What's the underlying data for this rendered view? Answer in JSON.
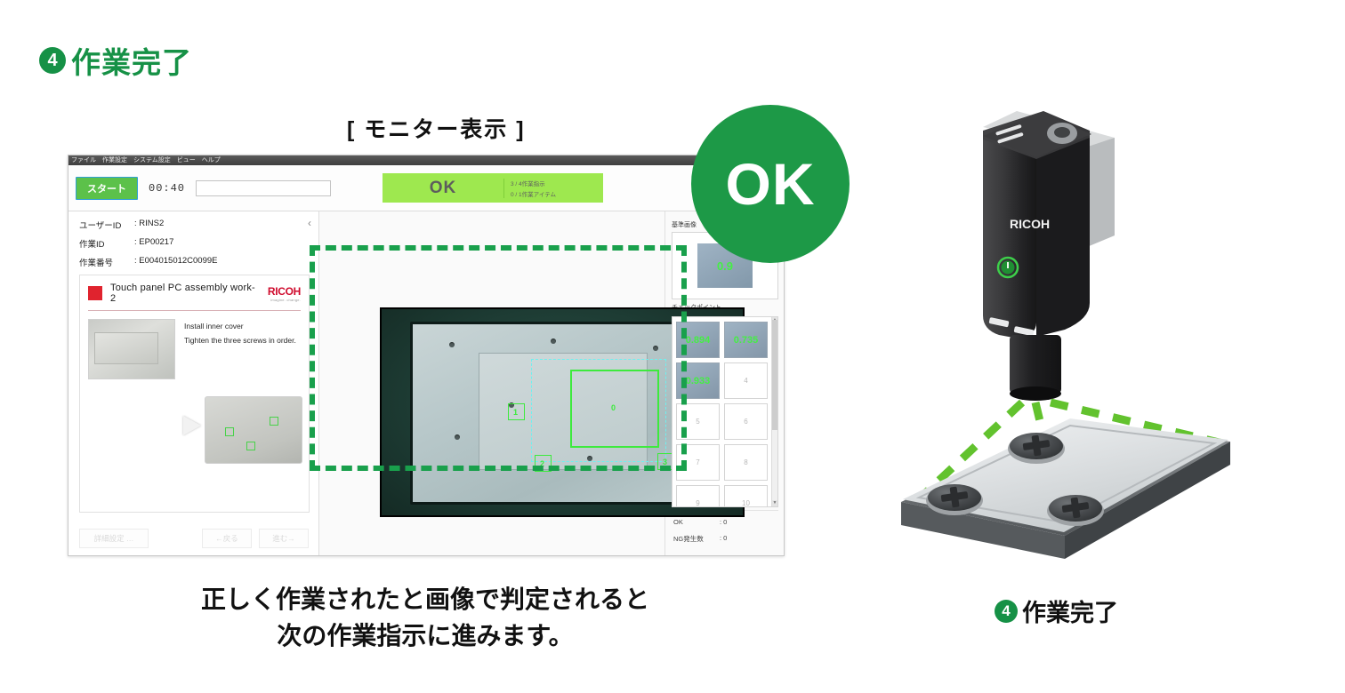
{
  "page": {
    "title_num": "4",
    "title_text": "作業完了",
    "monitor_caption": "[ モニター表示 ]",
    "bottom_caption_line1": "正しく作業されたと画像で判定されると",
    "bottom_caption_line2": "次の作業指示に進みます。",
    "device_label_num": "4",
    "device_label_text": "作業完了",
    "accent_green": "#169146",
    "badge_green": "#1d9947",
    "banner_green": "#9ee84f",
    "detect_green": "#3dea3d",
    "roi_cyan": "#6ff0ef",
    "ricoh_red": "#cf0a2c"
  },
  "app": {
    "menubar": [
      "ファイル",
      "作業設定",
      "システム設定",
      "ビュー",
      "ヘルプ"
    ],
    "toolbar": {
      "start_label": "スタート",
      "timer": "00:40",
      "field_value": "",
      "field_placeholder": ""
    },
    "banner": {
      "verdict": "OK",
      "stat1": "3 / 4作業指示",
      "stat2": "0 / 1作業アイテム"
    },
    "left_panel": {
      "collapse_icon": "‹",
      "info": [
        {
          "key": "ユーザーID",
          "value": ": RINS2"
        },
        {
          "key": "作業ID",
          "value": ": EP00217"
        },
        {
          "key": "作業番号",
          "value": ": E004015012C0099E"
        }
      ],
      "doc": {
        "title": "Touch panel PC assembly work-2",
        "logo_main": "RICOH",
        "logo_sub": "imagine. change.",
        "step_line1": "Install inner cover",
        "step_line2": "Tighten the three screws in order."
      },
      "buttons": {
        "detail": "詳細設定 …",
        "back": "←戻る",
        "next": "進む→"
      }
    },
    "camera": {
      "detections": [
        {
          "id": "0"
        },
        {
          "id": "1"
        },
        {
          "id": "2"
        },
        {
          "id": "3"
        }
      ]
    },
    "right_panel": {
      "reference_label": "基準画像",
      "reference_score": "0.9",
      "checkpoint_label": "チェックポイント",
      "checkpoints": [
        {
          "id": "1",
          "score": "0.894",
          "filled": true
        },
        {
          "id": "2",
          "score": "0.735",
          "filled": true
        },
        {
          "id": "3",
          "score": "0.933",
          "filled": true
        },
        {
          "id": "4",
          "score": "4",
          "filled": false
        },
        {
          "id": "5",
          "score": "5",
          "filled": false
        },
        {
          "id": "6",
          "score": "6",
          "filled": false
        },
        {
          "id": "7",
          "score": "7",
          "filled": false
        },
        {
          "id": "8",
          "score": "8",
          "filled": false
        },
        {
          "id": "9",
          "score": "9",
          "filled": false
        },
        {
          "id": "10",
          "score": "10",
          "filled": false
        }
      ],
      "counters": [
        {
          "key": "OK",
          "value": ": 0"
        },
        {
          "key": "NG発生数",
          "value": ": 0"
        }
      ]
    }
  },
  "illustration": {
    "device_brand": "RICOH",
    "power_icon": "power-icon",
    "screw_count": 3
  }
}
